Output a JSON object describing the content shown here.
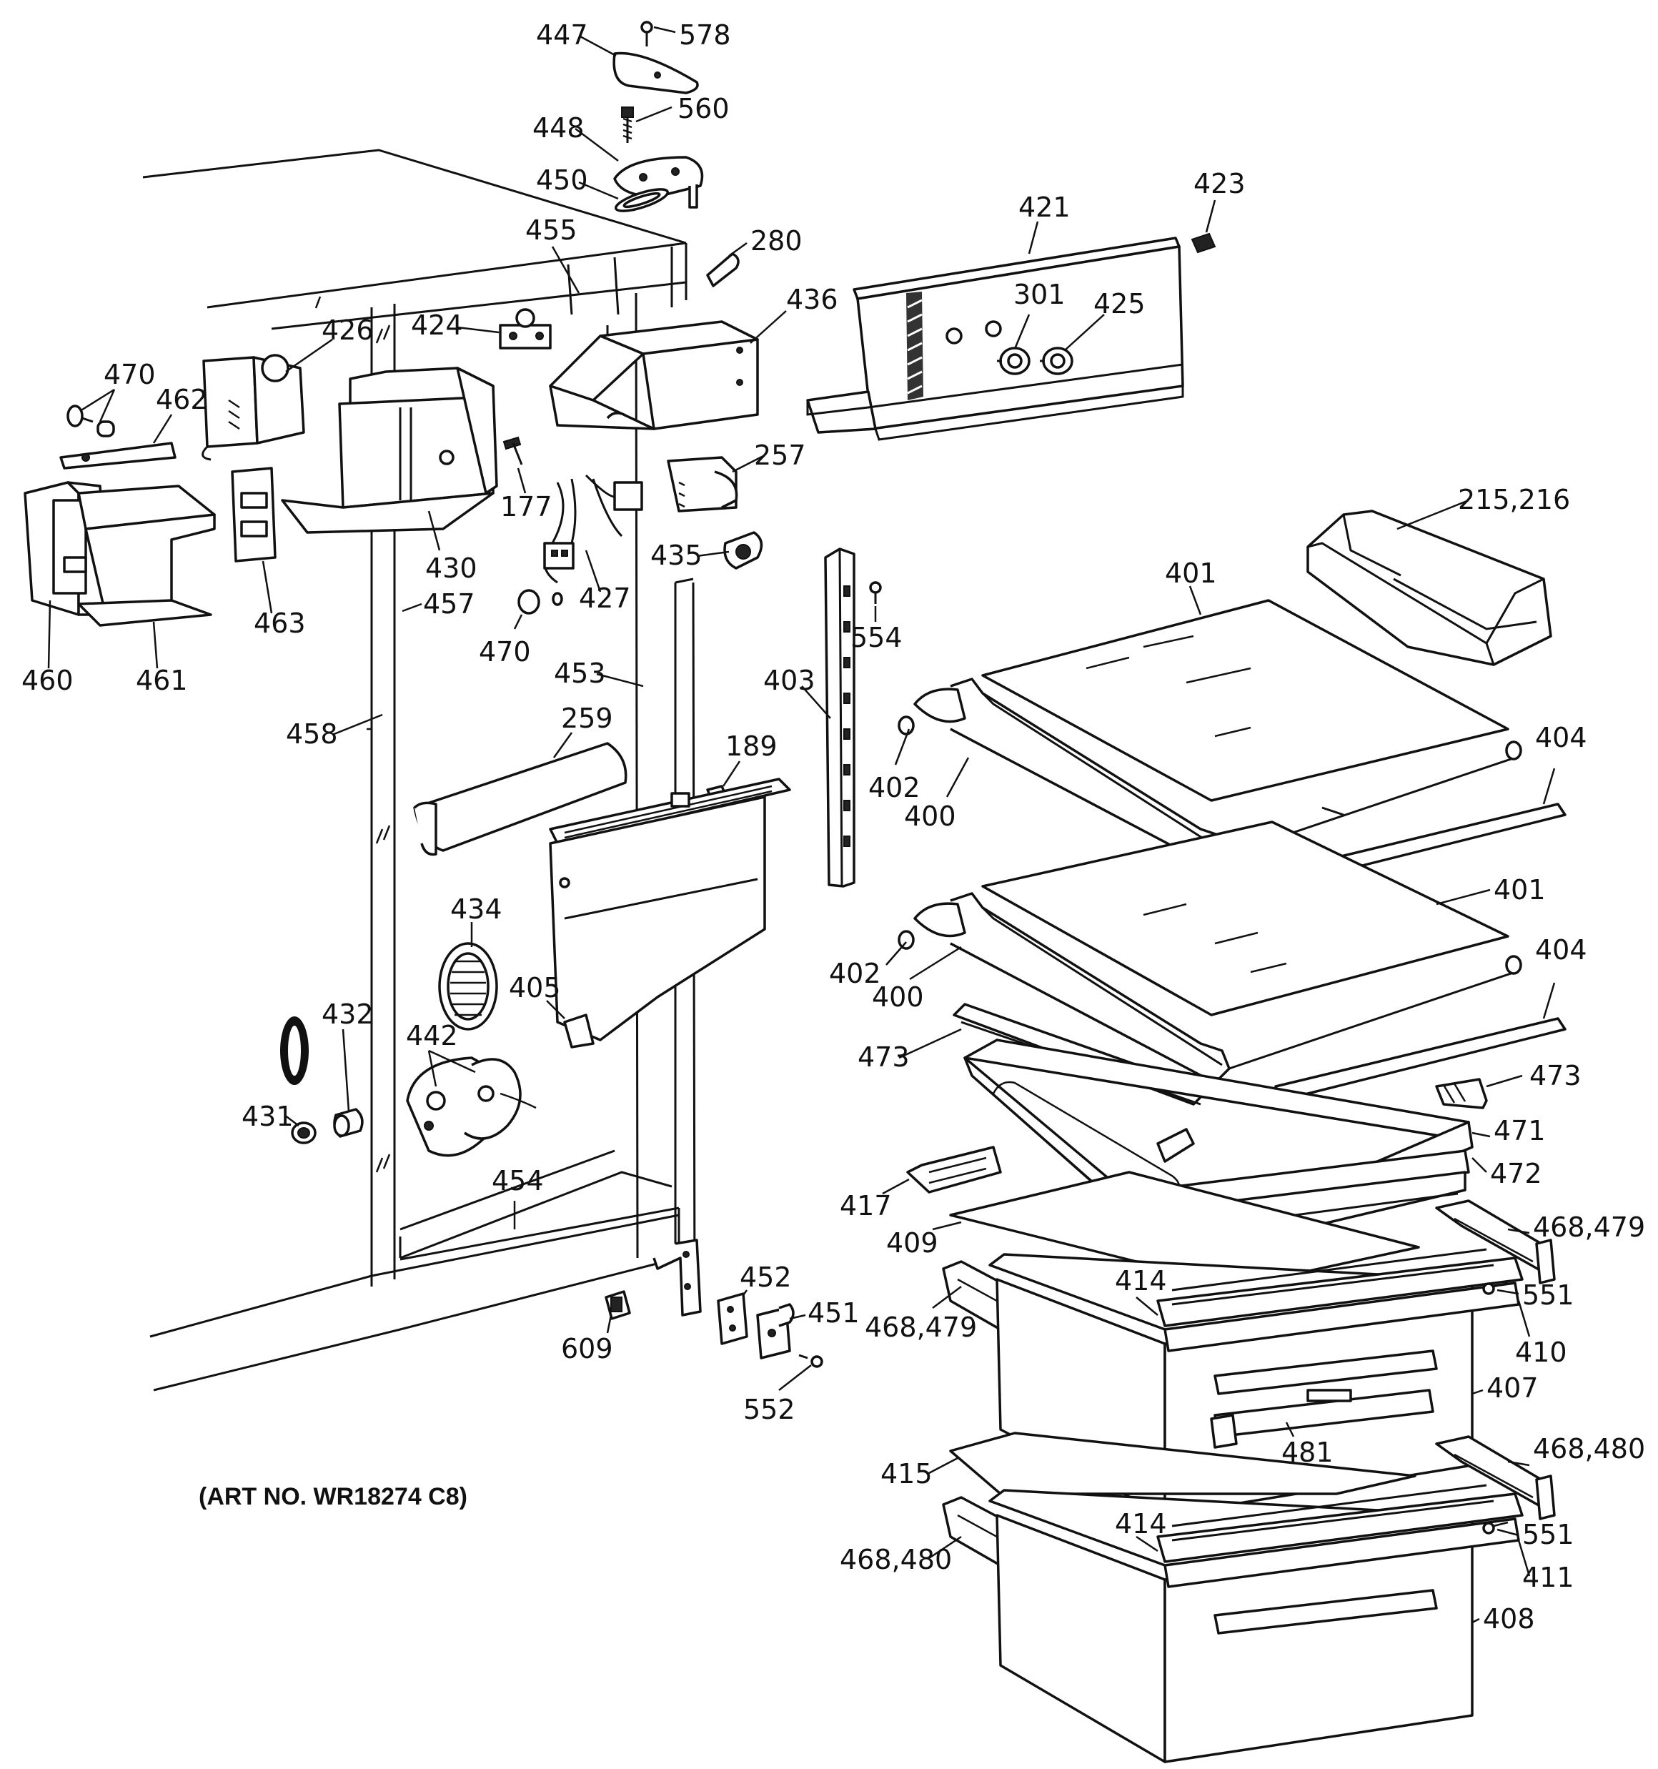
{
  "art_number": "(ART NO. WR18274 C8)",
  "labels": {
    "l447": "447",
    "l578": "578",
    "l448": "448",
    "l560": "560",
    "l450": "450",
    "l455": "455",
    "l280": "280",
    "l421": "421",
    "l423": "423",
    "l424": "424",
    "l426": "426",
    "l436": "436",
    "l301": "301",
    "l425": "425",
    "l470a": "470",
    "l462": "462",
    "l177": "177",
    "l257": "257",
    "l215": "215,216",
    "l430": "430",
    "l427": "427",
    "l435": "435",
    "l401a": "401",
    "l457": "457",
    "l463": "463",
    "l554": "554",
    "l460": "460",
    "l461": "461",
    "l470b": "470",
    "l453": "453",
    "l403": "403",
    "l458": "458",
    "l259": "259",
    "l189": "189",
    "l402a": "402",
    "l400a": "400",
    "l404a": "404",
    "l401b": "401",
    "l434": "434",
    "l402b": "402",
    "l400b": "400",
    "l404b": "404",
    "l432": "432",
    "l405": "405",
    "l442": "442",
    "l473a": "473",
    "l473b": "473",
    "l431": "431",
    "l471": "471",
    "l472": "472",
    "l454": "454",
    "l417": "417",
    "l409": "409",
    "l468a": "468,479",
    "l414a": "414",
    "l452": "452",
    "l551a": "551",
    "l451": "451",
    "l468b": "468,479",
    "l410": "410",
    "l609": "609",
    "l407": "407",
    "l552": "552",
    "l481": "481",
    "l468c": "468,480",
    "l415": "415",
    "l551b": "551",
    "l414b": "414",
    "l411": "411",
    "l468d": "468,480",
    "l408": "408"
  }
}
